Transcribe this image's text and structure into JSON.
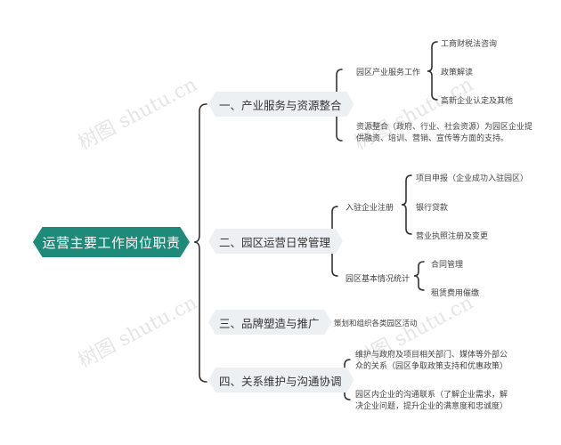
{
  "root": {
    "label": "运营主要工作岗位职责",
    "color": "#1e8a7a"
  },
  "branches": [
    {
      "label": "一、产业服务与资源整合",
      "children": [
        {
          "label": "园区产业服务工作",
          "children": [
            {
              "label": "工商财税法咨询"
            },
            {
              "label": "政策解读"
            },
            {
              "label": "高新企业认定及其他"
            }
          ]
        },
        {
          "label": "资源整合（政府、行业、社会资源）为园区企业提供融资、培训、营销、宣传等方面的支持。"
        }
      ]
    },
    {
      "label": "二、园区运营日常管理",
      "children": [
        {
          "label": "入驻企业注册",
          "children": [
            {
              "label": "项目申报（企业成功入驻园区）"
            },
            {
              "label": "银行贷款"
            },
            {
              "label": "营业执照注册及变更"
            }
          ]
        },
        {
          "label": "园区基本情况统计",
          "children": [
            {
              "label": "合同管理"
            },
            {
              "label": "租赁费用催缴"
            }
          ]
        }
      ]
    },
    {
      "label": "三、品牌塑造与推广",
      "children": [
        {
          "label": "策划和组织各类园区活动"
        }
      ]
    },
    {
      "label": "四、关系维护与沟通协调",
      "children": [
        {
          "label": "维护与政府及项目相关部门、媒体等外部公众的关系（园区争取政策支持和优惠政策）"
        },
        {
          "label": "园区内企业的沟通联系（了解企业需求，解决企业问题，提升企业的满意度和忠诚度）"
        }
      ]
    }
  ],
  "watermark": {
    "text": "树图 shutu.cn"
  },
  "colors": {
    "line": "#333333",
    "branch_bg": "#edf0f3",
    "text": "#333333"
  }
}
